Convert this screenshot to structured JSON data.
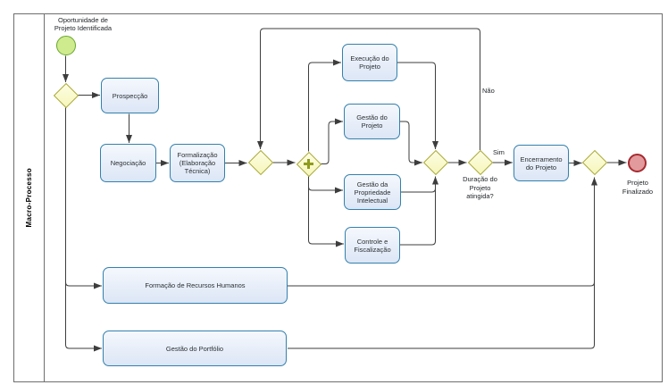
{
  "pool": {
    "title": "Macro-Processo"
  },
  "events": {
    "start": {
      "label": "Oportunidade de\nProjeto Identificada"
    },
    "end": {
      "label": "Projeto\nFinalizado"
    }
  },
  "tasks": {
    "prospeccao": {
      "label": "Prospecção"
    },
    "negociacao": {
      "label": "Negociação"
    },
    "formalizacao": {
      "label": "Formalização\n(Elaboração\nTécnica)"
    },
    "execucao": {
      "label": "Execução do\nProjeto"
    },
    "gestao_projeto": {
      "label": "Gestão do\nProjeto"
    },
    "gestao_propriedade": {
      "label": "Gestão da\nPropriedade\nIntelectual"
    },
    "controle": {
      "label": "Controle e\nFiscalização"
    },
    "encerramento": {
      "label": "Encerramento\ndo Projeto"
    },
    "formacao_rh": {
      "label": "Formação de Recursos Humanos"
    },
    "gestao_portfolio": {
      "label": "Gestão do Portfólio"
    }
  },
  "gateways": {
    "duracao": {
      "question": "Duração do\nProjeto\natingida?"
    }
  },
  "flow_labels": {
    "sim": "Sim",
    "nao": "Não"
  },
  "colors": {
    "task-border": "#3380AD",
    "task-fill-top": "#F5F8FD",
    "task-fill-bottom": "#DCE6F6",
    "gateway-border": "#A8A832",
    "gateway-fill-top": "#FDFDE2",
    "gateway-fill-bottom": "#F6F6BC",
    "gateway-plus": "#8F9B1E",
    "start-border": "#68A72F",
    "start-fill": "#CEEB8D",
    "end-border": "#A62A30",
    "end-fill": "#E29A9C",
    "connector": "#3D3D3D",
    "pool-border": "#6E6E6E"
  }
}
